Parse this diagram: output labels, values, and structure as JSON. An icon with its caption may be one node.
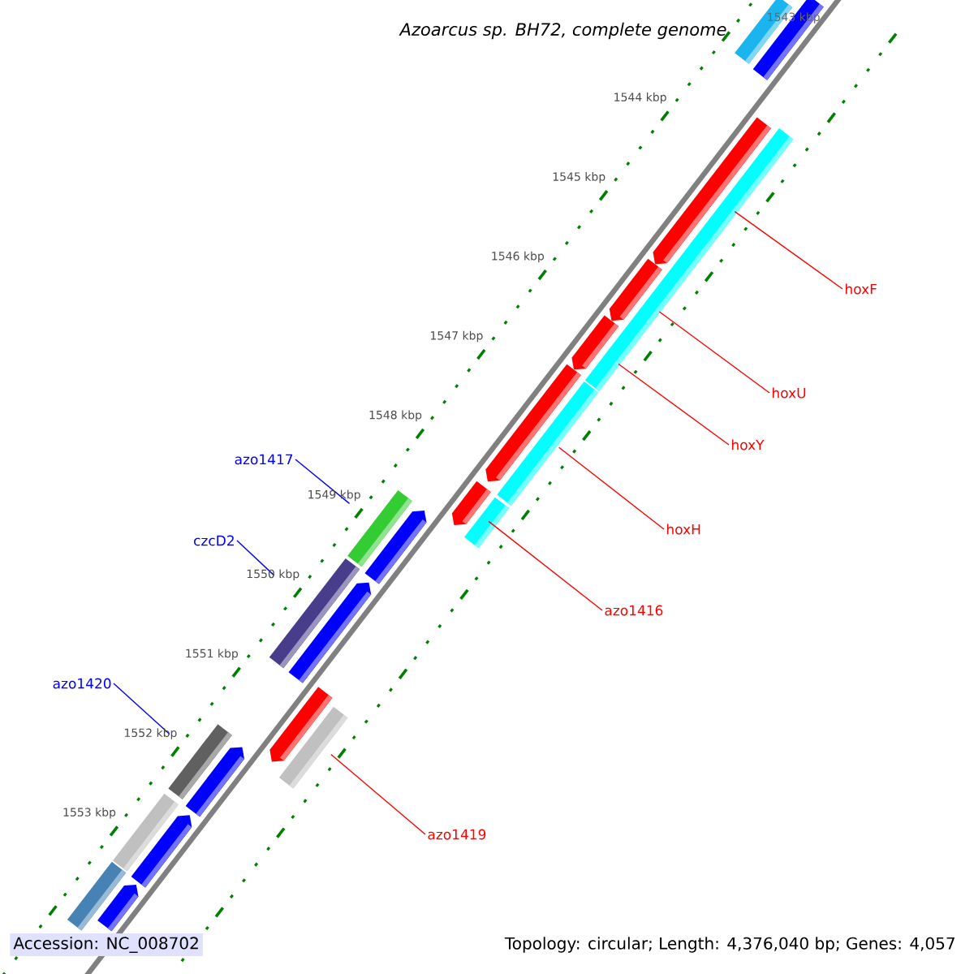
{
  "diagram": {
    "title": "Azoarcus sp. BH72, complete genome",
    "nodes": [
      {
        "text": [
          "hoxF"
        ]
      },
      {
        "text": [
          "hoxU"
        ]
      },
      {
        "text": [
          "hoxY"
        ]
      },
      {
        "text": [
          "azo1417"
        ]
      },
      {
        "text": [
          "hoxH"
        ]
      },
      {
        "text": [
          "czcD2"
        ]
      },
      {
        "text": [
          "azo1416"
        ]
      },
      {
        "text": [
          "azo1420"
        ]
      },
      {
        "text": [
          "azo1419"
        ]
      },
      {
        "text": [],
        "shape": "bar"
      },
      {
        "text": [],
        "shape": "bar"
      },
      {
        "text": [],
        "shape": "bar"
      },
      {
        "text": [],
        "shape": "arrow"
      },
      {
        "text": [],
        "shape": "arrow"
      },
      {
        "text": [],
        "shape": "arrow"
      },
      {
        "text": [],
        "shape": "arrow"
      },
      {
        "text": [],
        "shape": "bar"
      },
      {
        "text": [],
        "shape": "arrow"
      },
      {
        "text": [],
        "shape": "bar"
      },
      {
        "text": [],
        "shape": "bar"
      },
      {
        "text": [],
        "shape": "arrow"
      },
      {
        "text": [],
        "shape": "bar"
      },
      {
        "text": [],
        "shape": "arrow"
      },
      {
        "text": [],
        "shape": "arrow"
      },
      {
        "text": [],
        "shape": "bar"
      },
      {
        "text": [],
        "shape": "bar"
      },
      {
        "text": [],
        "shape": "arrow"
      },
      {
        "text": [],
        "shape": "bar"
      },
      {
        "text": [],
        "shape": "arrow"
      },
      {
        "text": [],
        "shape": "bar"
      },
      {
        "text": [],
        "shape": "arrow"
      }
    ],
    "edges": [
      {
        "from": 0,
        "to": 12,
        "arrow": "none"
      },
      {
        "from": 1,
        "to": 13,
        "arrow": "none"
      },
      {
        "from": 2,
        "to": 14,
        "arrow": "none"
      },
      {
        "from": 3,
        "to": 19,
        "arrow": "none",
        "color": "#0000ff"
      },
      {
        "from": 4,
        "to": 15,
        "arrow": "none"
      },
      {
        "from": 5,
        "to": 21,
        "arrow": "none",
        "color": "#0000ff"
      },
      {
        "from": 6,
        "to": 17,
        "arrow": "none"
      },
      {
        "from": 7,
        "to": 25,
        "arrow": "none",
        "color": "#0000ff"
      },
      {
        "from": 8,
        "to": 23,
        "arrow": "none"
      }
    ],
    "labels": [
      "1543 kbp",
      "1544 kbp",
      "1545 kbp",
      "1546 kbp",
      "1547 kbp",
      "1548 kbp",
      "1549 kbp",
      "1550 kbp",
      "1551 kbp",
      "1552 kbp",
      "1553 kbp",
      "Accession: NC_008702",
      "Topology: circular; Length: 4,376,040 bp; Genes: 4,057"
    ]
  }
}
